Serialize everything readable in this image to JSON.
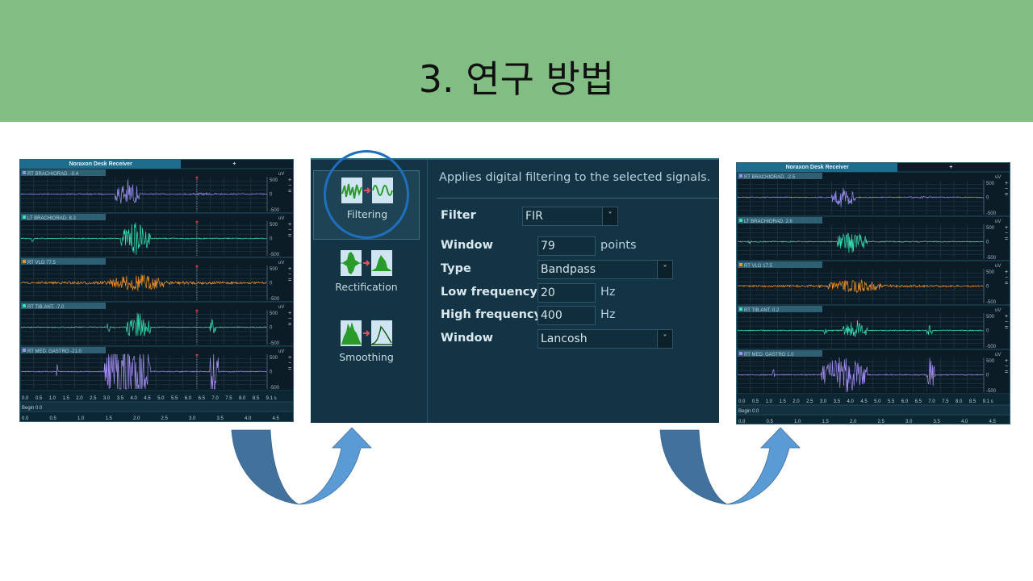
{
  "slide": {
    "title": "3. 연구 방법"
  },
  "raw_panel": {
    "tab_title": "Noraxon Desk Receiver",
    "add_tab": "+",
    "unit": "uV",
    "scale_top": "500",
    "scale_mid": "0",
    "scale_bottom": "-500",
    "channels": [
      {
        "label": "RT BRACHIORAD.",
        "value": "-0.4",
        "color": "#9b8cf0"
      },
      {
        "label": "LT BRACHIORAD.",
        "value": "8.3",
        "color": "#36e0b0"
      },
      {
        "label": "RT VLO",
        "value": "77.5",
        "color": "#f0902a"
      },
      {
        "label": "RT TIB.ANT.",
        "value": "-7.0",
        "color": "#36e0b0"
      },
      {
        "label": "RT MED. GASTRO",
        "value": "-21.0",
        "color": "#a58cf0"
      }
    ],
    "time_ticks": [
      "0.0",
      "0.5",
      "1.0",
      "1.5",
      "2.0",
      "2.5",
      "3.0",
      "3.5",
      "4.0",
      "4.5",
      "5.0",
      "5.5",
      "6.0",
      "6.5",
      "7.0",
      "7.5",
      "8.0",
      "8.5",
      "9.1 s"
    ],
    "begin_label": "Begin 0.0",
    "overview_ticks": [
      "0.0",
      "0.5",
      "1.0",
      "1.5",
      "2.0",
      "2.5",
      "3.0",
      "3.5",
      "4.0",
      "4.5"
    ],
    "zoom_controls": [
      "+",
      "−",
      "="
    ]
  },
  "filter_panel": {
    "description": "Applies digital filtering to the selected signals.",
    "tools": [
      {
        "label": "Filtering",
        "selected": true
      },
      {
        "label": "Rectification"
      },
      {
        "label": "Smoothing"
      }
    ],
    "fields": {
      "filter": {
        "label": "Filter",
        "value": "FIR"
      },
      "window_points": {
        "label": "Window",
        "value": "79",
        "unit": "points"
      },
      "type": {
        "label": "Type",
        "value": "Bandpass"
      },
      "low": {
        "label": "Low frequency",
        "value": "20",
        "unit": "Hz"
      },
      "high": {
        "label": "High frequency",
        "value": "400",
        "unit": "Hz"
      },
      "window_fn": {
        "label": "Window",
        "value": "Lancosh"
      }
    },
    "dropdown_glyph": "˅"
  },
  "filtered_panel": {
    "tab_title": "Noraxon Desk Receiver",
    "add_tab": "+",
    "unit": "uV",
    "scale_top": "500",
    "scale_mid": "0",
    "scale_bottom": "-500",
    "channels": [
      {
        "label": "RT BRACHIORAD.",
        "value": "-2.5",
        "color": "#9b8cf0"
      },
      {
        "label": "LT BRACHIORAD.",
        "value": "2.6",
        "color": "#36e0b0"
      },
      {
        "label": "RT VLO",
        "value": "17.5",
        "color": "#f0902a"
      },
      {
        "label": "RT TIB.ANT.",
        "value": "0.2",
        "color": "#36e0b0"
      },
      {
        "label": "RT MED. GASTRO",
        "value": "1.0",
        "color": "#a58cf0"
      }
    ],
    "time_ticks": [
      "0.0",
      "0.5",
      "1.0",
      "1.5",
      "2.0",
      "2.5",
      "3.0",
      "3.5",
      "4.0",
      "4.5",
      "5.0",
      "5.5",
      "6.0",
      "6.5",
      "7.0",
      "7.5",
      "8.0",
      "8.5",
      "9.1 s"
    ],
    "begin_label": "Begin 0.0",
    "overview_ticks": [
      "0.0",
      "0.5",
      "1.0",
      "1.5",
      "2.0",
      "2.5",
      "3.0",
      "3.5",
      "4.0",
      "4.5"
    ],
    "zoom_controls": [
      "+",
      "−",
      "="
    ]
  },
  "colors": {
    "header": "#82bd84",
    "arrow_dark": "#41719c",
    "arrow_light": "#5b9bd5",
    "highlight": "#1f6fbf"
  }
}
